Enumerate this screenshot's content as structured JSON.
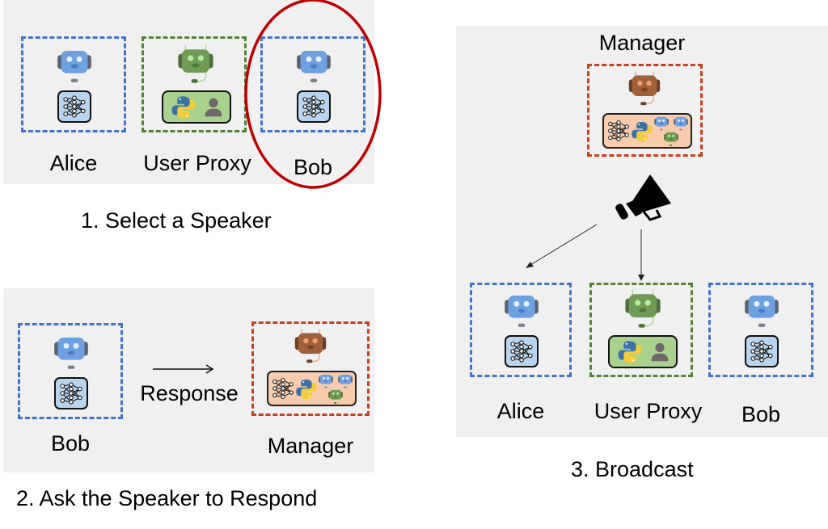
{
  "panel1": {
    "caption": "1. Select a Speaker",
    "agents": [
      {
        "name": "Alice",
        "type": "assistant"
      },
      {
        "name": "User Proxy",
        "type": "user_proxy"
      },
      {
        "name": "Bob",
        "type": "assistant",
        "selected": true
      }
    ]
  },
  "panel2": {
    "caption": "2. Ask the Speaker to Respond",
    "speaker": "Bob",
    "arrow_label": "Response",
    "target": "Manager"
  },
  "panel3": {
    "caption": "3. Broadcast",
    "manager_label": "Manager",
    "agents": [
      {
        "name": "Alice",
        "type": "assistant"
      },
      {
        "name": "User Proxy",
        "type": "user_proxy"
      },
      {
        "name": "Bob",
        "type": "assistant"
      }
    ]
  },
  "colors": {
    "assistant_border": "#4472c4",
    "user_proxy_border": "#548235",
    "manager_border": "#c5401f",
    "selection_ring": "#c00000",
    "panel_bg": "#f0f0f0"
  }
}
